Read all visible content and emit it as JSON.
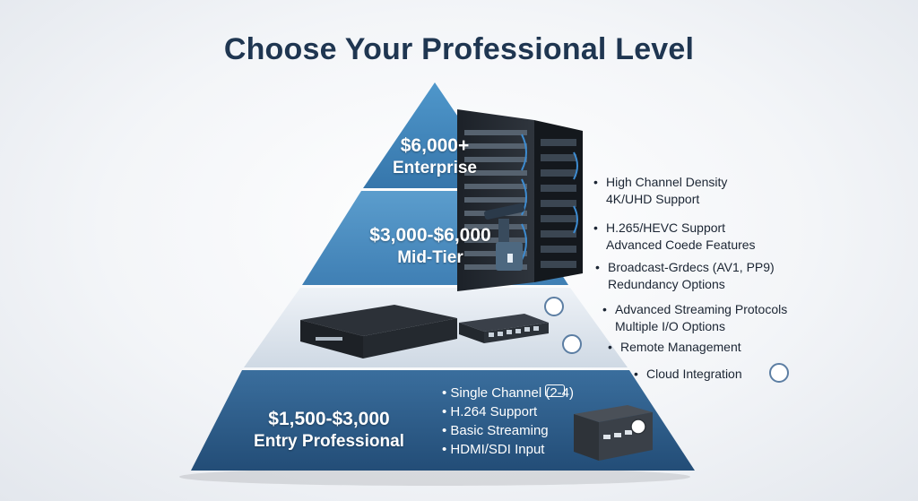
{
  "title": "Choose Your Professional Level",
  "tiers": [
    {
      "price": "$6,000+",
      "name": "Enterprise"
    },
    {
      "price": "$3,000-$6,000",
      "name": "Mid-Tier"
    },
    {
      "price": "$1,500-$3,000",
      "name": "Entry Professional"
    }
  ],
  "entry_features": [
    "Single Channel (2-4)",
    "H.264 Support",
    "Basic Streaming",
    "HDMI/SDI Input"
  ],
  "side_features": {
    "enterprise": [
      "High Channel Density",
      "4K/UHD Support"
    ],
    "midtier_a": [
      "H.265/HEVC Support",
      "Advanced Coede Features"
    ],
    "midtier_b": [
      "Broadcast-Grdecs (AV1, PP9)",
      "Redundancy Options"
    ],
    "pro_a": [
      "Advanced Streaming Protocols",
      "Multiple I/O Options"
    ],
    "pro_b": [
      "Remote Management"
    ],
    "pro_c": [
      "Cloud Integration"
    ]
  },
  "colors": {
    "title": "#1f3651",
    "tier_top": "#3f86bd",
    "tier_mid": "#4a8cc0",
    "tier_third": "#dfe6ee",
    "tier_bottom": "#2e5f8f",
    "accent_icon": "#5c7ea3"
  },
  "icons": [
    "server-rack-icon",
    "camera-mount-icon",
    "rack-encoder-icon",
    "network-switch-icon",
    "portable-encoder-icon",
    "streaming-icon",
    "cloud-icon",
    "sync-icon",
    "remote-icon"
  ]
}
